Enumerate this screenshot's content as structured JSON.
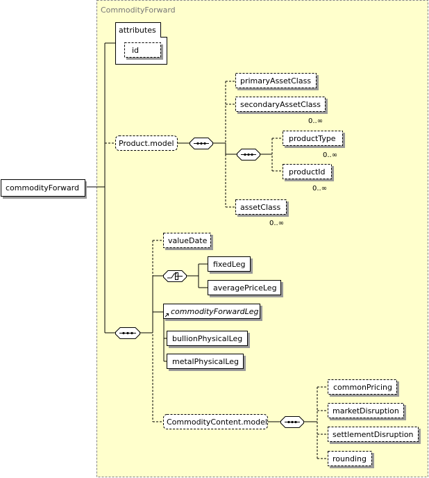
{
  "diagram": {
    "title": "CommodityForward",
    "root": "commodityForward",
    "attributes_label": "attributes",
    "attribute_id": "id",
    "product_model": "Product.model",
    "primary_asset_class": "primaryAssetClass",
    "secondary_asset_class": "secondaryAssetClass",
    "secondary_occ": "0..∞",
    "product_type": "productType",
    "product_type_occ": "0..∞",
    "product_id": "productId",
    "product_id_occ": "0..∞",
    "asset_class": "assetClass",
    "asset_class_occ": "0..∞",
    "value_date": "valueDate",
    "fixed_leg": "fixedLeg",
    "average_price_leg": "averagePriceLeg",
    "commodity_forward_leg": "commodityForwardLeg",
    "bullion_physical_leg": "bullionPhysicalLeg",
    "metal_physical_leg": "metalPhysicalLeg",
    "commodity_content_model": "CommodityContent.model",
    "common_pricing": "commonPricing",
    "market_disruption": "marketDisruption",
    "settlement_disruption": "settlementDisruption",
    "rounding": "rounding"
  }
}
